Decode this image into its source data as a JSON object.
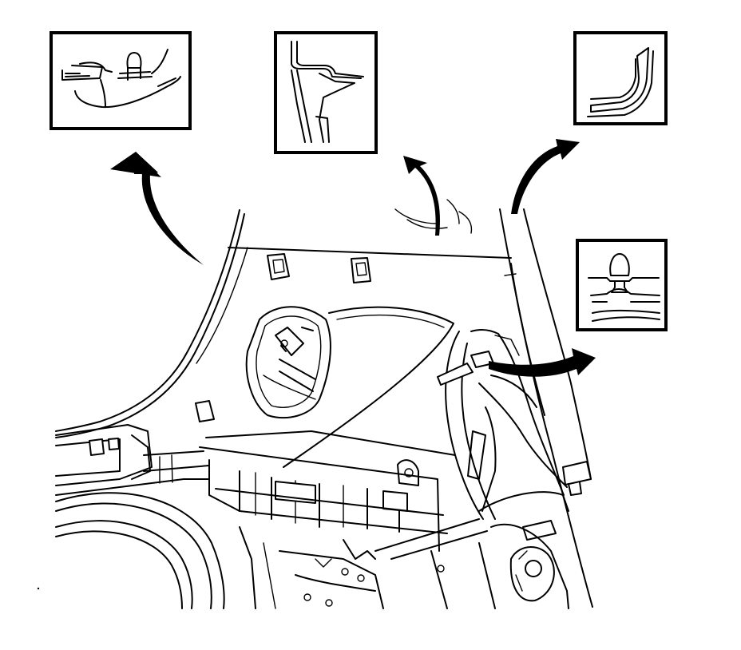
{
  "figure": {
    "inset_count": 4,
    "callout_arrow_count": 4,
    "colors": {
      "line": "#000000",
      "background": "#ffffff"
    },
    "insets": [
      {
        "id": "push-pin-retainer-detail",
        "icon": "push-pin-retainer-icon"
      },
      {
        "id": "trim-edge-flange-detail",
        "icon": "trim-flange-icon"
      },
      {
        "id": "weatherstrip-edge-detail",
        "icon": "weatherstrip-icon"
      },
      {
        "id": "clip-retainer-detail",
        "icon": "clip-retainer-icon"
      }
    ]
  }
}
